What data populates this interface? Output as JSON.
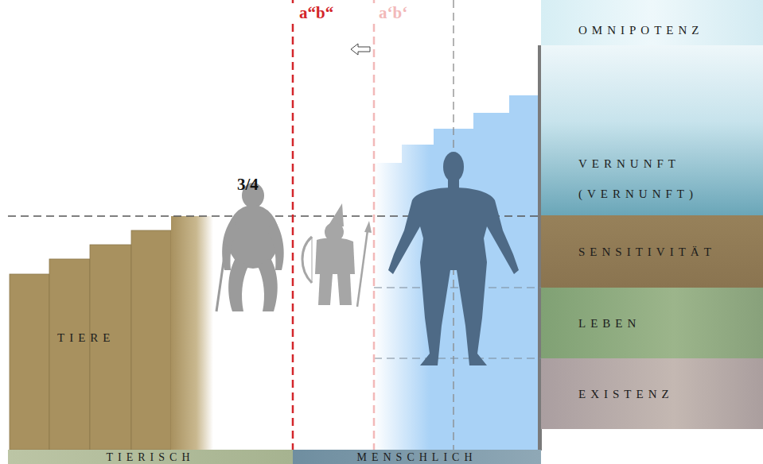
{
  "diagram": {
    "nodes": [
      {
        "text": [
          "OMNIPOTENZ"
        ]
      },
      {
        "text": [
          "VERNUNFT (VERNUNFT)"
        ]
      },
      {
        "text": [
          "SENSITIVITÄT"
        ]
      },
      {
        "text": [
          "LEBEN"
        ]
      },
      {
        "text": [
          "EXISTENZ"
        ]
      },
      {
        "text": [
          "TIERE"
        ]
      },
      {
        "text": [
          "TIERISCH"
        ]
      },
      {
        "text": [
          "MENSCHLICH"
        ]
      }
    ],
    "labels": [
      "a“b“",
      "a‘b‘",
      "3/4"
    ]
  }
}
